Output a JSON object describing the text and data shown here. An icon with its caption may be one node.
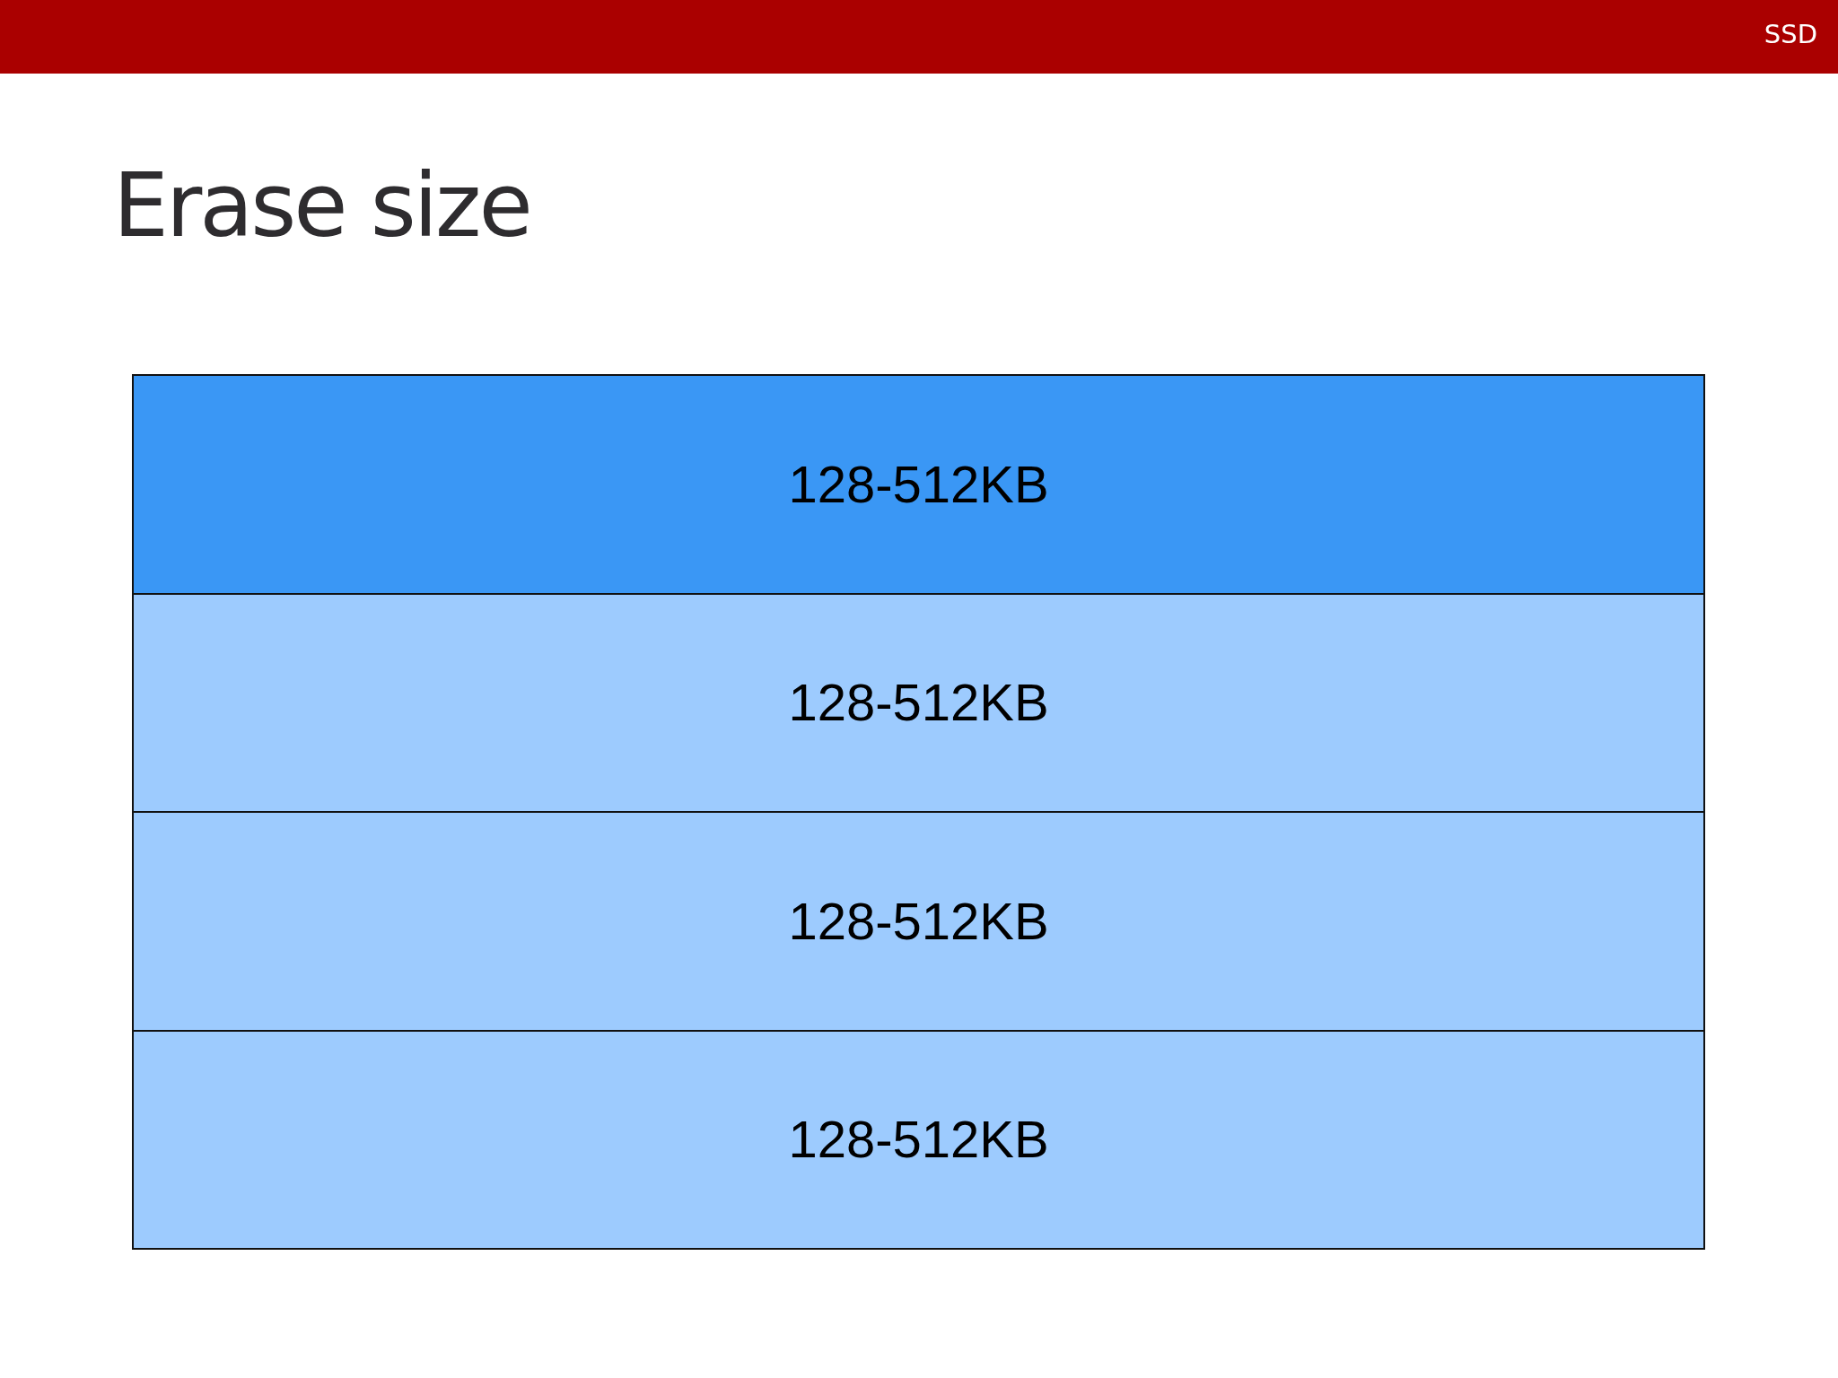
{
  "diagram": {
    "title": "Erase size",
    "nodes": [
      {
        "text": [
          "128-512KB"
        ]
      },
      {
        "text": [
          "128-512KB"
        ]
      },
      {
        "text": [
          "128-512KB"
        ]
      },
      {
        "text": [
          "128-512KB"
        ]
      }
    ],
    "labels": [
      "SSD"
    ]
  }
}
